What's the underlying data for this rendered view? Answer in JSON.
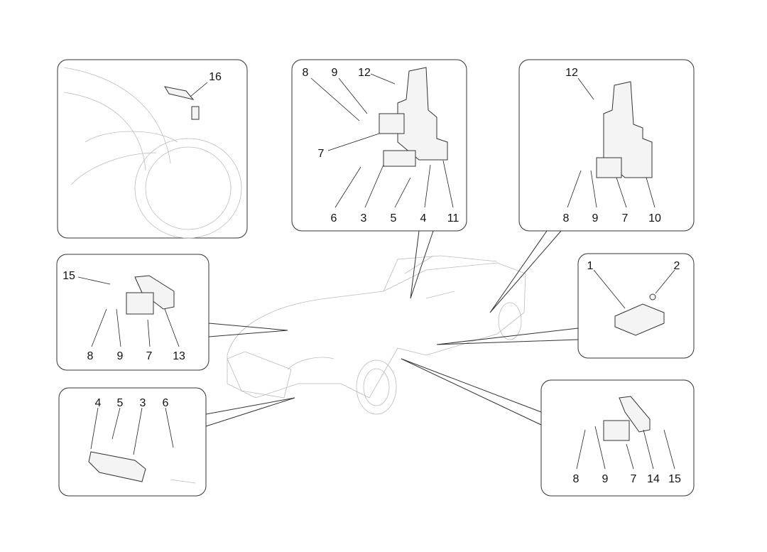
{
  "diagram": {
    "panels": {
      "wheel_sensor": {
        "labels": [
          "16"
        ]
      },
      "front_bracket": {
        "labels": [
          "8",
          "9",
          "12",
          "7",
          "6",
          "3",
          "5",
          "4",
          "11"
        ]
      },
      "rear_bracket": {
        "labels": [
          "12",
          "8",
          "9",
          "7",
          "10"
        ]
      },
      "left_module": {
        "labels": [
          "15",
          "8",
          "9",
          "7",
          "13"
        ]
      },
      "control_unit": {
        "labels": [
          "1",
          "2"
        ]
      },
      "bumper_sensor": {
        "labels": [
          "4",
          "5",
          "3",
          "6"
        ]
      },
      "right_module": {
        "labels": [
          "8",
          "9",
          "7",
          "14",
          "15"
        ]
      }
    }
  }
}
